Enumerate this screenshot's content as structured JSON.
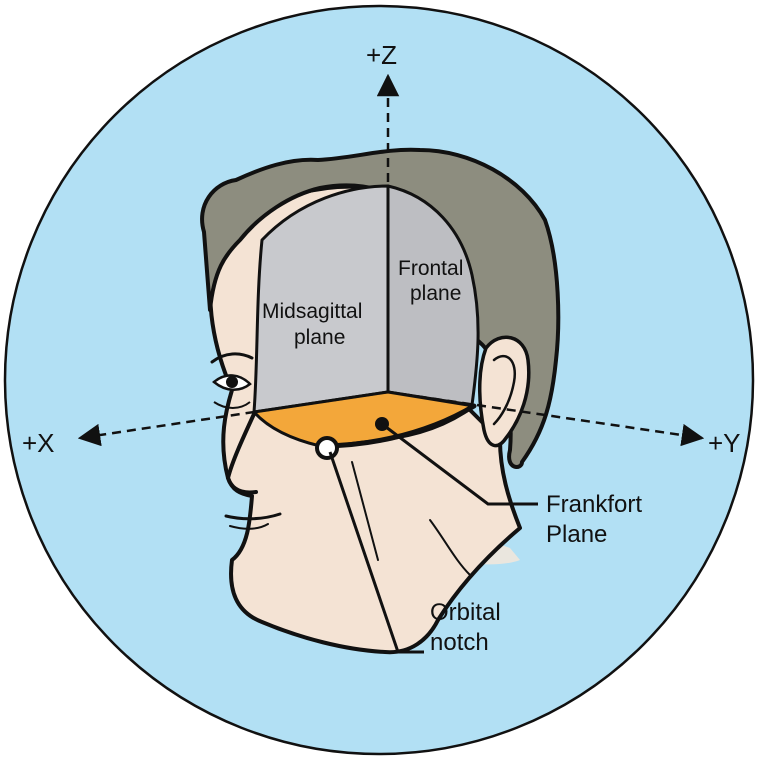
{
  "diagram": {
    "axes": {
      "z": "+Z",
      "x": "+X",
      "y": "+Y"
    },
    "planes": {
      "midsagittal": [
        "Midsagittal",
        "plane"
      ],
      "frontal": [
        "Frontal",
        "plane"
      ]
    },
    "callouts": {
      "frankfort": [
        "Frankfort",
        "Plane"
      ],
      "orbital": [
        "Orbital",
        "notch"
      ]
    }
  },
  "colors": {
    "background_circle": "#b2e0f4",
    "hair": "#8d8d7f",
    "skin": "#f4e3d4",
    "midsagittal_plane": "#c8c9cd",
    "frontal_plane": "#bdbec2",
    "frankfort_plane": "#f3a73a",
    "outline": "#111111"
  }
}
